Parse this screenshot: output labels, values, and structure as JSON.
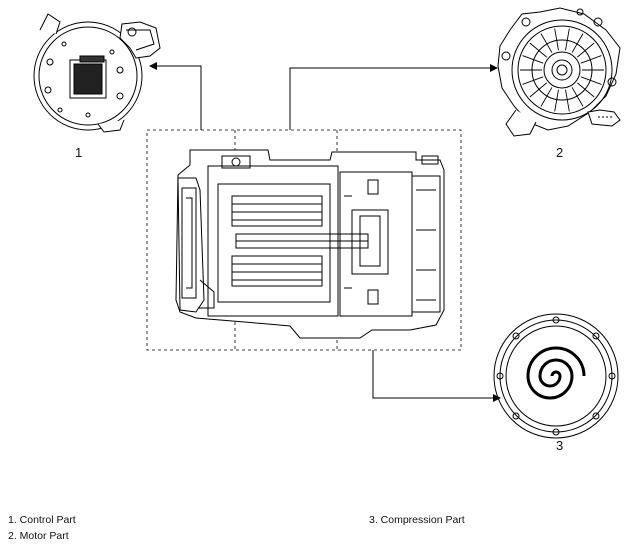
{
  "callouts": {
    "c1": "1",
    "c2": "2",
    "c3": "3"
  },
  "legend": {
    "item1": "1. Control Part",
    "item2": "2. Motor Part",
    "item3": "3. Compression Part"
  }
}
